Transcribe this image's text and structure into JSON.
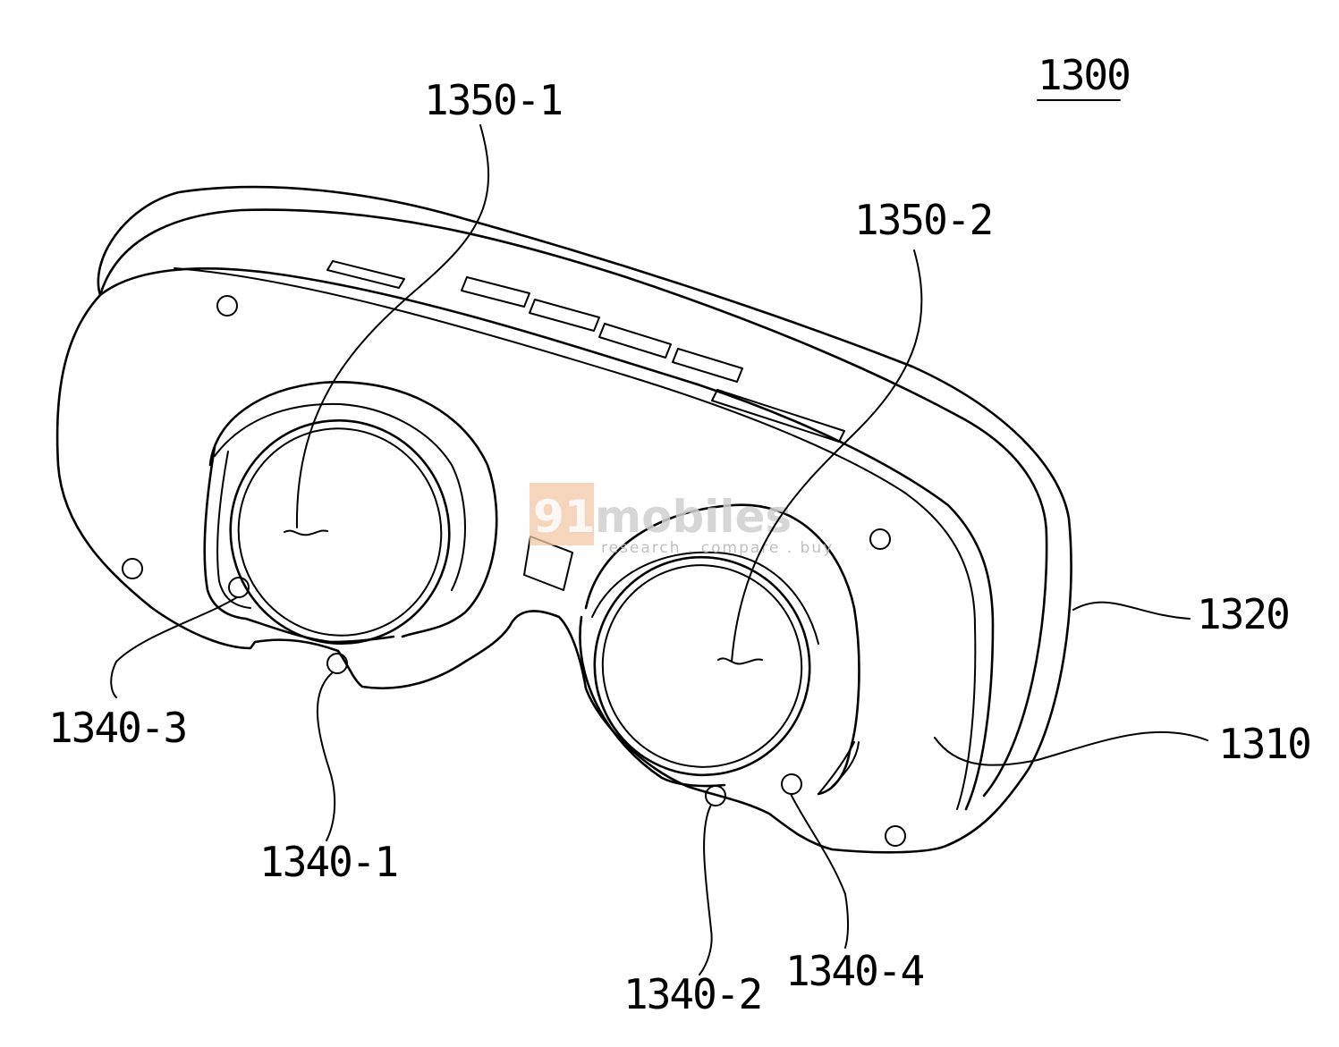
{
  "figure": {
    "labels": {
      "main": "1300",
      "lens_left": "1350-1",
      "lens_right": "1350-2",
      "housing_outer": "1320",
      "housing_inner": "1310",
      "sensor_3": "1340-3",
      "sensor_1": "1340-1",
      "sensor_2": "1340-2",
      "sensor_4": "1340-4"
    },
    "watermark": {
      "number": "91",
      "brand": "mobiles",
      "tagline": "research . compare . buy"
    }
  }
}
